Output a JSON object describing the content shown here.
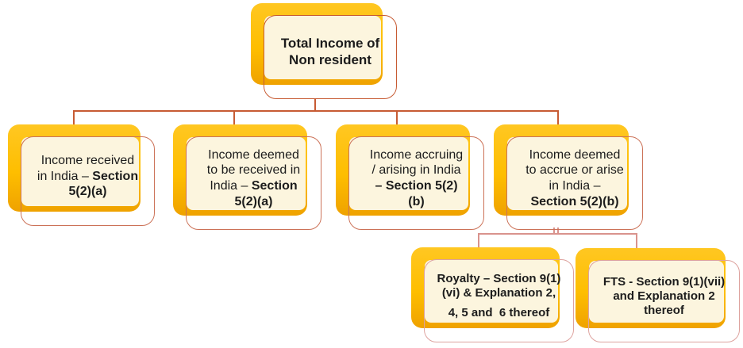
{
  "colors": {
    "background": "#FFFFFF",
    "shadow_yellow": "#FEBE00",
    "box_fill": "#FCF5DE",
    "root_border": "#C75B33",
    "level1_border": "#CC7258",
    "level2_border": "#DDA29E",
    "connector_level1": "#C75B33",
    "connector_level2": "#D9938D",
    "text": "#1C1C1C"
  },
  "diagram": {
    "root": {
      "bold": "Total Income of Non resident"
    },
    "level1": [
      {
        "regular": "Income received in India – ",
        "bold": "Section 5(2)(a)"
      },
      {
        "regular": "Income deemed to be received in India – ",
        "bold": "Section 5(2)(a)"
      },
      {
        "regular": "Income accruing / arising in India ",
        "bold": "– Section 5(2)(b)"
      },
      {
        "regular": "Income deemed to accrue or arise in India – ",
        "bold": "Section 5(2)(b)"
      }
    ],
    "level2": [
      {
        "line1": "Royalty – Section 9(1)(vi) & Explanation 2,",
        "line2": "4, 5 and  6 thereof"
      },
      {
        "line1": "FTS - Section 9(1)(vii) and Explanation 2 thereof",
        "line2": ""
      }
    ]
  }
}
